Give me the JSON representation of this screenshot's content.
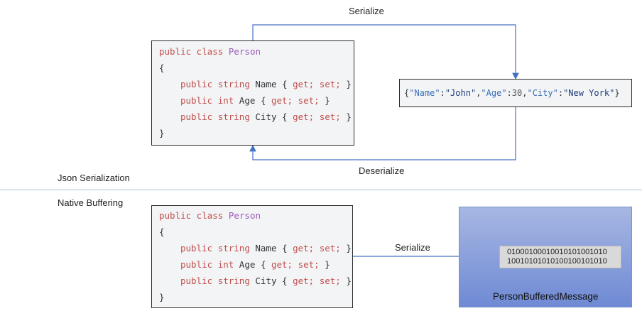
{
  "json_section": {
    "title": "Json Serialization",
    "serialize_label": "Serialize",
    "deserialize_label": "Deserialize",
    "code": {
      "kw_public_class": "public class",
      "class_name": "Person",
      "open_brace": "{",
      "close_brace": "}",
      "kw_public": "public",
      "t_string": "string",
      "t_int": "int",
      "p_name": "Name",
      "p_age": "Age",
      "p_city": "City",
      "acc_open": "{",
      "acc_get": "get;",
      "acc_set": "set;",
      "acc_close": "}"
    },
    "json_output": {
      "open": "{",
      "k_name": "\"Name\"",
      "v_name": "\"John\"",
      "k_age": "\"Age\"",
      "v_age": "30",
      "k_city": "\"City\"",
      "v_city": "\"New York\"",
      "colon": ":",
      "comma": ",",
      "close": "}"
    }
  },
  "native_section": {
    "title": "Native Buffering",
    "serialize_label": "Serialize",
    "binary_line_1": "01000100010010101001010",
    "binary_line_2": "10010101010100100101010",
    "message_label": "PersonBufferedMessage"
  },
  "colors": {
    "keyword": "#c0504d",
    "class_name": "#9b59b6",
    "json_key": "#3a6fb5",
    "arrow": "#4472c4",
    "panel_blue": "#8fa3dd"
  }
}
